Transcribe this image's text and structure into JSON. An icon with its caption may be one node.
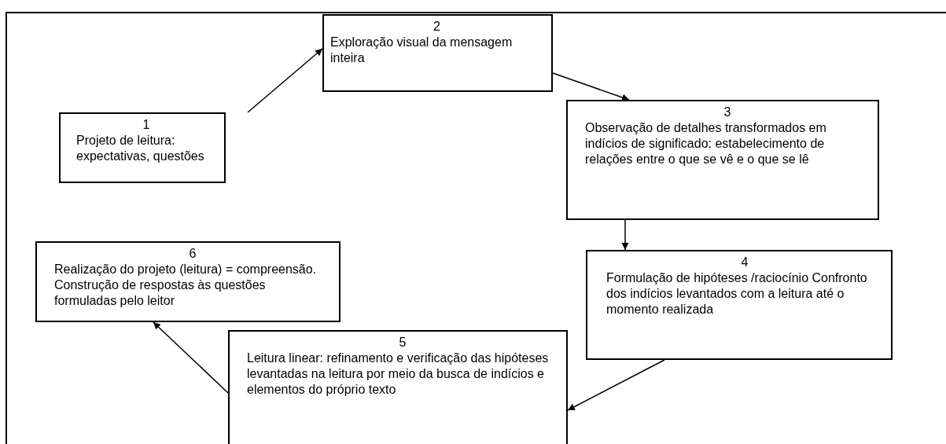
{
  "diagram": {
    "nodes": [
      {
        "text": [
          "1",
          "Projeto de leitura: expectativas, questões"
        ]
      },
      {
        "text": [
          "2",
          "Exploração visual da mensagem inteira"
        ]
      },
      {
        "text": [
          "3",
          "Observação de detalhes transformados em indícios de significado: estabelecimento de relações entre o que se vê e o que se lê"
        ]
      },
      {
        "text": [
          "4",
          "Formulação de hipóteses /raciocínio Confronto dos indícios levantados com a leitura até o momento realizada"
        ]
      },
      {
        "text": [
          "5",
          "Leitura linear: refinamento e verificação das hipóteses levantadas na leitura por meio da busca de indícios e elementos do próprio texto"
        ]
      },
      {
        "text": [
          "6",
          "Realização do projeto (leitura) = compreensão. Construção de respostas às questões formuladas pelo leitor"
        ]
      }
    ],
    "edges": [
      {
        "from": 0,
        "to": 1,
        "arrow": "to"
      },
      {
        "from": 1,
        "to": 2,
        "arrow": "to"
      },
      {
        "from": 2,
        "to": 3,
        "arrow": "to"
      },
      {
        "from": 3,
        "to": 4,
        "arrow": "to"
      },
      {
        "from": 4,
        "to": 5,
        "arrow": "to"
      }
    ]
  }
}
